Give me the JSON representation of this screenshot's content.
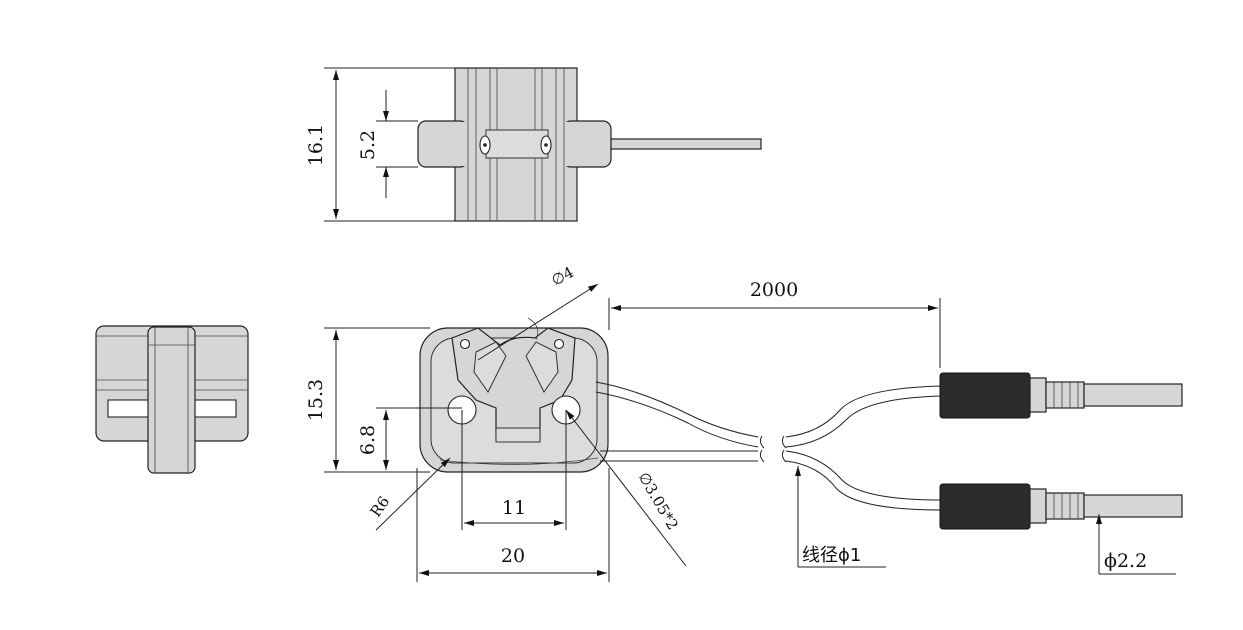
{
  "dimensions": {
    "top_height": "16.1",
    "top_slot": "5.2",
    "front_height": "15.3",
    "hole_height": "6.8",
    "hole_spacing": "11",
    "width": "20",
    "cable_length": "2000",
    "top_diameter": "∅4",
    "radius": "R6",
    "hole_diameter": "∅3.05*2",
    "wire_diameter": "线径ϕ1",
    "connector_diameter": "ϕ2.2"
  }
}
